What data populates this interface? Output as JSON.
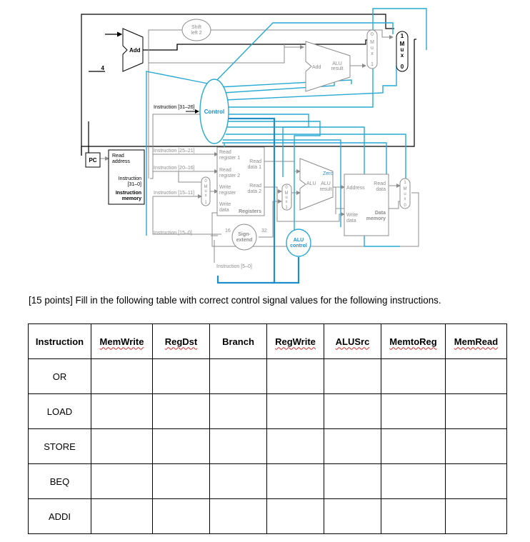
{
  "diagram": {
    "shift_left_2": [
      "Shift",
      "left 2"
    ],
    "add_pc": "Add",
    "four": "4",
    "add_branch": "Add",
    "alu_result_branch": [
      "ALU",
      "result"
    ],
    "mux_pc": [
      "0",
      "M",
      "u",
      "x",
      "1"
    ],
    "mux_jump": [
      "1",
      "M",
      "u",
      "x",
      "0"
    ],
    "instruction_31_26": "Instruction [31–26]",
    "control": "Control",
    "pc": "PC",
    "read_address": [
      "Read",
      "address"
    ],
    "instruction_31_0": [
      "Instruction",
      "[31–0]"
    ],
    "instruction_memory": [
      "Instruction",
      "memory"
    ],
    "instruction_25_21": "Instruction [25–21]",
    "instruction_20_16": "Instruction [20–16]",
    "instruction_15_11": "Instruction [15–11]",
    "instruction_15_0": "Instruction [15–0]",
    "instruction_5_0": "Instruction [5–0]",
    "mux_regdst": [
      "0",
      "M",
      "u",
      "x",
      "1"
    ],
    "read_register_1": [
      "Read",
      "register 1"
    ],
    "read_register_2": [
      "Read",
      "register 2"
    ],
    "write_register": [
      "Write",
      "register"
    ],
    "write_data": [
      "Write",
      "data"
    ],
    "read_data_1": [
      "Read",
      "data 1"
    ],
    "read_data_2": [
      "Read",
      "data 2"
    ],
    "registers": "Registers",
    "mux_alusrc": [
      "0",
      "M",
      "u",
      "x",
      "1"
    ],
    "zero": "Zero",
    "alu": "ALU",
    "alu_result": [
      "ALU",
      "result"
    ],
    "address": "Address",
    "read_data": [
      "Read",
      "data"
    ],
    "dm_write_data": [
      "Write",
      "data"
    ],
    "data_memory": [
      "Data",
      "memory"
    ],
    "mux_memtoreg": [
      "1",
      "M",
      "u",
      "x",
      "0"
    ],
    "bits_16": "16",
    "bits_32": "32",
    "sign_extend": [
      "Sign-",
      "extend"
    ],
    "alu_control": [
      "ALU",
      "control"
    ],
    "colors": {
      "control_line": "#29a9d3",
      "datapath": "#8c8c8c",
      "accent": "#000000"
    }
  },
  "question": "[15 points] Fill in the following table with correct control signal values for the following instructions.",
  "table": {
    "headers": [
      "Instruction",
      "MemWrite",
      "RegDst",
      "Branch",
      "RegWrite",
      "ALUSrc",
      "MemtoReg",
      "MemRead"
    ],
    "rows": [
      {
        "instruction": "OR",
        "values": [
          "",
          "",
          "",
          "",
          "",
          "",
          ""
        ]
      },
      {
        "instruction": "LOAD",
        "values": [
          "",
          "",
          "",
          "",
          "",
          "",
          ""
        ]
      },
      {
        "instruction": "STORE",
        "values": [
          "",
          "",
          "",
          "",
          "",
          "",
          ""
        ]
      },
      {
        "instruction": "BEQ",
        "values": [
          "",
          "",
          "",
          "",
          "",
          "",
          ""
        ]
      },
      {
        "instruction": "ADDI",
        "values": [
          "",
          "",
          "",
          "",
          "",
          "",
          ""
        ]
      }
    ]
  }
}
